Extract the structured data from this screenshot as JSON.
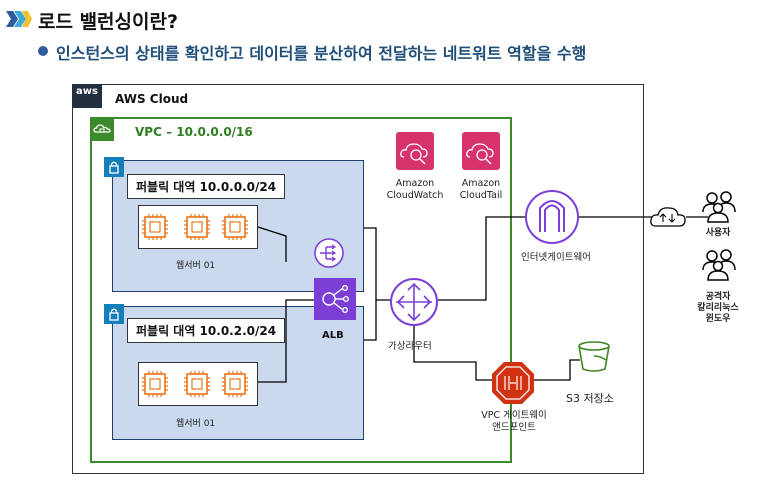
{
  "header": {
    "title": "로드 밸런싱이란?",
    "subtitle": "인스턴스의 상태를 확인하고 데이터를 분산하여 전달하는 네트워트 역할을 수행"
  },
  "diagram": {
    "aws_logo": "aws",
    "aws_cloud": "AWS Cloud",
    "vpc": "VPC  – 10.0.0.0/16",
    "subnet1": "퍼블릭 대역 10.0.0.0/24",
    "subnet2": "퍼블릭 대역 10.0.2.0/24",
    "webserver1": "웹서버 01",
    "webserver2": "웹서버 01",
    "alb": "ALB",
    "cloudwatch_line1": "Amazon",
    "cloudwatch_line2": "CloudWatch",
    "cloudtail_line1": "Amazon",
    "cloudtail_line2": "CloudTail",
    "internet_gateway": "인터넷게이트웨어",
    "router": "가상라우터",
    "vpc_endpoint_line1": "VPC 게이트웨이",
    "vpc_endpoint_line2": "앤드포인트",
    "s3": "S3 저장소",
    "user": "사용자",
    "attacker_line1": "공격자",
    "attacker_line2": "칼리리눅스",
    "attacker_line3": "윈도우"
  },
  "colors": {
    "vpc_green": "#3c8a2e",
    "subnet_fill": "#cad9ee",
    "compute_orange": "#e8741a",
    "network_purple": "#7b3fd6",
    "management_pink": "#d6336c",
    "endpoint_red": "#d13212",
    "s3_green": "#3f8624",
    "subtitle_blue": "#1f4e79"
  }
}
